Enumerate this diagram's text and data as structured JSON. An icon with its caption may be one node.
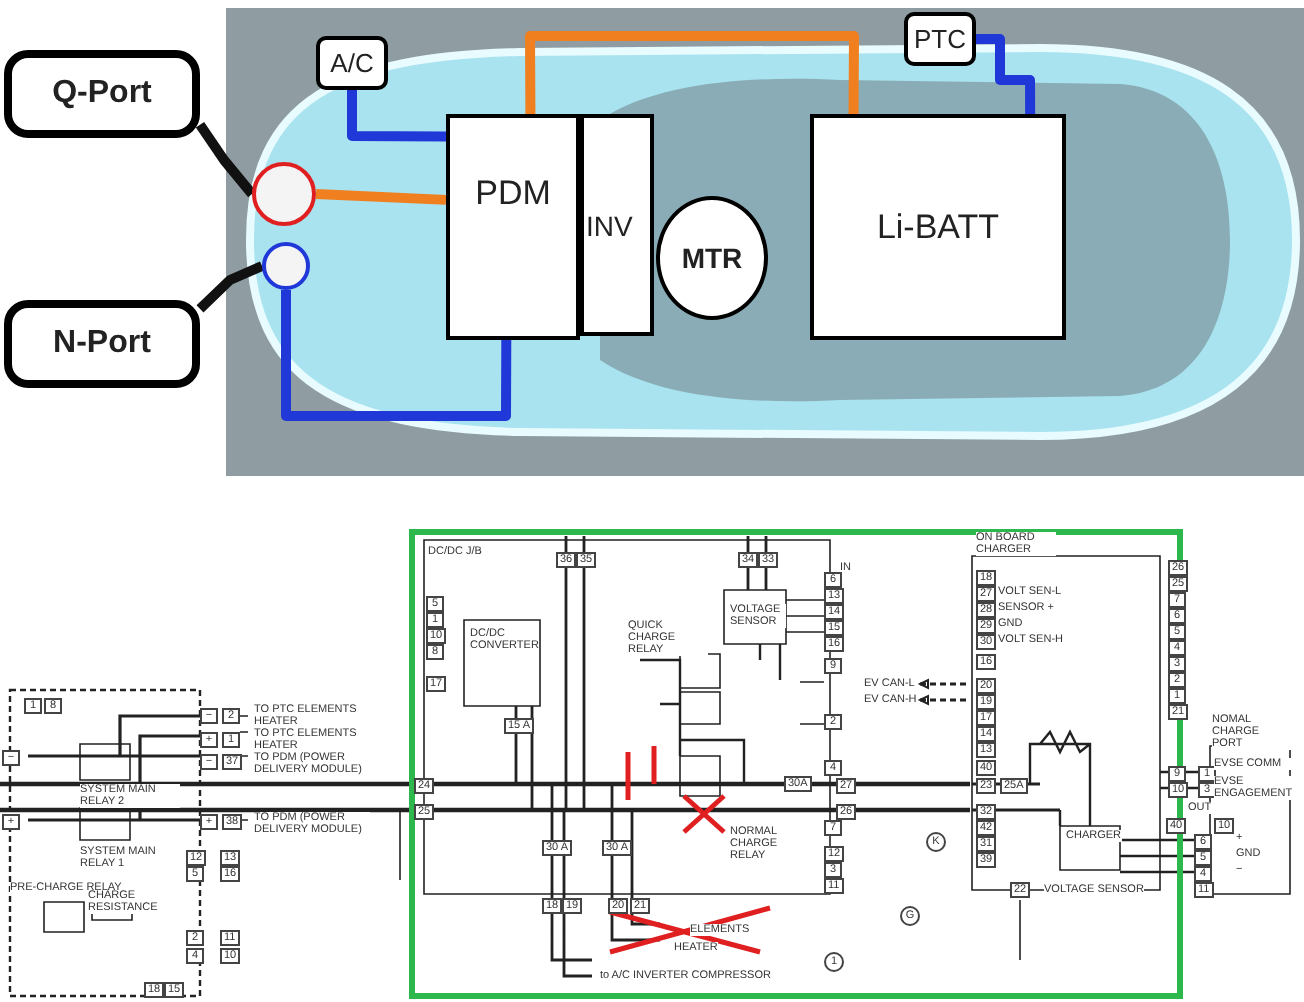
{
  "diagram": {
    "nodes": [
      {
        "text": [
          "Q-Port"
        ]
      },
      {
        "text": [
          "N-Port"
        ]
      },
      {
        "text": [],
        "shape": "circle"
      },
      {
        "text": [],
        "shape": "circle"
      },
      {
        "text": [
          "A/C"
        ]
      },
      {
        "text": [
          "PDM"
        ]
      },
      {
        "text": [
          "INV"
        ]
      },
      {
        "text": [
          "MTR"
        ]
      },
      {
        "text": [
          "Li-BATT"
        ]
      },
      {
        "text": [
          "PTC"
        ]
      }
    ],
    "edges": [
      {
        "from": 0,
        "to": 2,
        "arrow": "none",
        "color": "#111111"
      },
      {
        "from": 1,
        "to": 3,
        "arrow": "none",
        "color": "#111111"
      },
      {
        "from": 2,
        "to": 5,
        "arrow": "none",
        "color": "#f07f1f"
      },
      {
        "from": 3,
        "to": 5,
        "arrow": "none",
        "color": "#2038d8"
      },
      {
        "from": 4,
        "to": 5,
        "arrow": "none",
        "color": "#2038d8"
      },
      {
        "from": 5,
        "to": 8,
        "arrow": "none",
        "color": "#f07f1f"
      },
      {
        "from": 9,
        "to": 8,
        "arrow": "none",
        "color": "#2038d8"
      }
    ],
    "labels": [
      "1",
      "8",
      "−",
      "2",
      "TO PTC ELEMENTS HEATER",
      "+",
      "1",
      "TO PTC ELEMENTS HEATER",
      "−",
      "37",
      "TO PDM (POWER DELIVERY MODULE)",
      "−",
      "SYSTEM MAIN RELAY 2",
      "+",
      "+",
      "38",
      "TO PDM (POWER DELIVERY MODULE)",
      "SYSTEM MAIN RELAY 1",
      "12",
      "13",
      "5",
      "16",
      "PRE-CHARGE RELAY",
      "CHARGE RESISTANCE",
      "2",
      "11",
      "4",
      "10",
      "18",
      "15",
      "DC/DC J/B",
      "36",
      "35",
      "34",
      "33",
      "IN",
      "6",
      "13",
      "14",
      "15",
      "16",
      "5",
      "1",
      "10",
      "8",
      "DC/DC CONVERTER",
      "VOLTAGE SENSOR",
      "QUICK CHARGE RELAY",
      "9",
      "17",
      "2",
      "15 A",
      "4",
      "24",
      "30A",
      "27",
      "25",
      "26",
      "7",
      "NORMAL CHARGE RELAY",
      "30 A",
      "30 A",
      "12",
      "3",
      "11",
      "18",
      "19",
      "20",
      "21",
      "ELEMENTS",
      "HEATER",
      "1",
      "to A/C INVERTER COMPRESSOR",
      "ON BOARD CHARGER",
      "26",
      "18",
      "25",
      "27",
      "VOLT SEN-L",
      "7",
      "28",
      "SENSOR +",
      "6",
      "29",
      "GND",
      "5",
      "30",
      "VOLT SEN-H",
      "4",
      "16",
      "3",
      "EV CAN-L",
      "20",
      "2",
      "EV CAN-H",
      "19",
      "1",
      "21",
      "17",
      "14",
      "NOMAL CHARGE PORT",
      "13",
      "40",
      "9",
      "1",
      "EVSE COMM",
      "23",
      "25A",
      "10",
      "3",
      "EVSE ENGAGEMENT",
      "32",
      "OUT",
      "42",
      "40",
      "10",
      "CHARGER",
      "K",
      "6",
      "+",
      "31",
      "5",
      "GND",
      "39",
      "4",
      "−",
      "22",
      "VOLTAGE SENSOR",
      "11",
      "G"
    ]
  }
}
